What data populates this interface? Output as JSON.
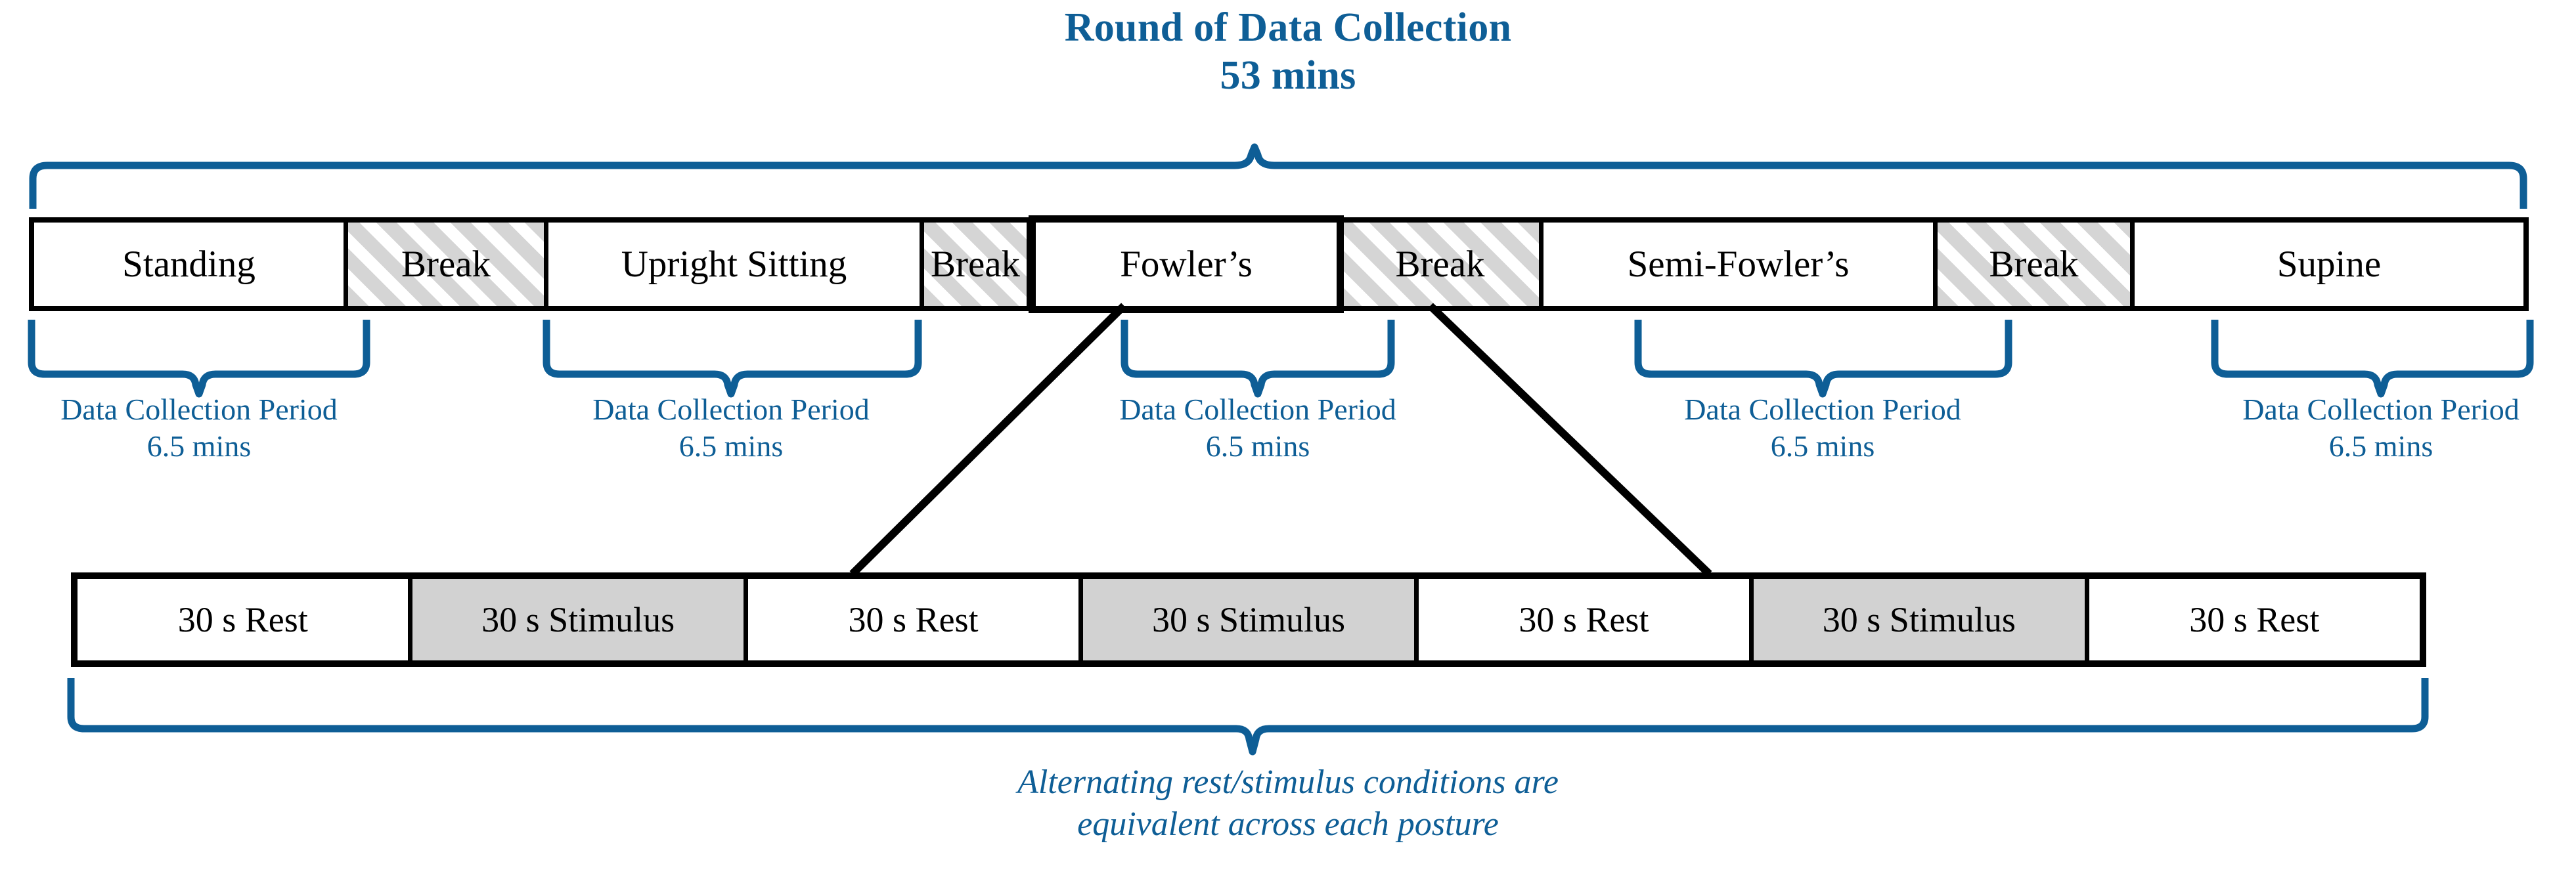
{
  "title": {
    "line1": "Round of Data Collection",
    "line2": "53 mins"
  },
  "colors": {
    "accent_blue": "#0e5e96",
    "cell_border": "#000000",
    "break_fill": "#d5d5d5",
    "stimulus_fill": "#d2d2d2",
    "background": "#ffffff"
  },
  "posture_row": {
    "cells": [
      {
        "label": "Standing",
        "type": "posture",
        "highlighted": false
      },
      {
        "label": "Break",
        "type": "break",
        "highlighted": false
      },
      {
        "label": "Upright Sitting",
        "type": "posture",
        "highlighted": false
      },
      {
        "label": "Break",
        "type": "break",
        "highlighted": false
      },
      {
        "label": "Fowler’s",
        "type": "posture",
        "highlighted": true
      },
      {
        "label": "Break",
        "type": "break",
        "highlighted": false
      },
      {
        "label": "Semi-Fowler’s",
        "type": "posture",
        "highlighted": false
      },
      {
        "label": "Break",
        "type": "break",
        "highlighted": false
      },
      {
        "label": "Supine",
        "type": "posture",
        "highlighted": false
      }
    ]
  },
  "period_labels": [
    {
      "line1": "Data Collection Period",
      "line2": "6.5 mins"
    },
    {
      "line1": "Data Collection Period",
      "line2": "6.5 mins"
    },
    {
      "line1": "Data Collection Period",
      "line2": "6.5 mins"
    },
    {
      "line1": "Data Collection Period",
      "line2": "6.5 mins"
    },
    {
      "line1": "Data Collection Period",
      "line2": "6.5 mins"
    }
  ],
  "rest_stimulus_row": {
    "cells": [
      {
        "label": "30 s Rest",
        "type": "rest"
      },
      {
        "label": "30 s Stimulus",
        "type": "stimulus"
      },
      {
        "label": "30 s Rest",
        "type": "rest"
      },
      {
        "label": "30 s Stimulus",
        "type": "stimulus"
      },
      {
        "label": "30 s Rest",
        "type": "rest"
      },
      {
        "label": "30 s Stimulus",
        "type": "stimulus"
      },
      {
        "label": "30 s Rest",
        "type": "rest"
      }
    ]
  },
  "bottom_caption": {
    "line1": "Alternating rest/stimulus conditions are",
    "line2": "equivalent across each posture"
  }
}
